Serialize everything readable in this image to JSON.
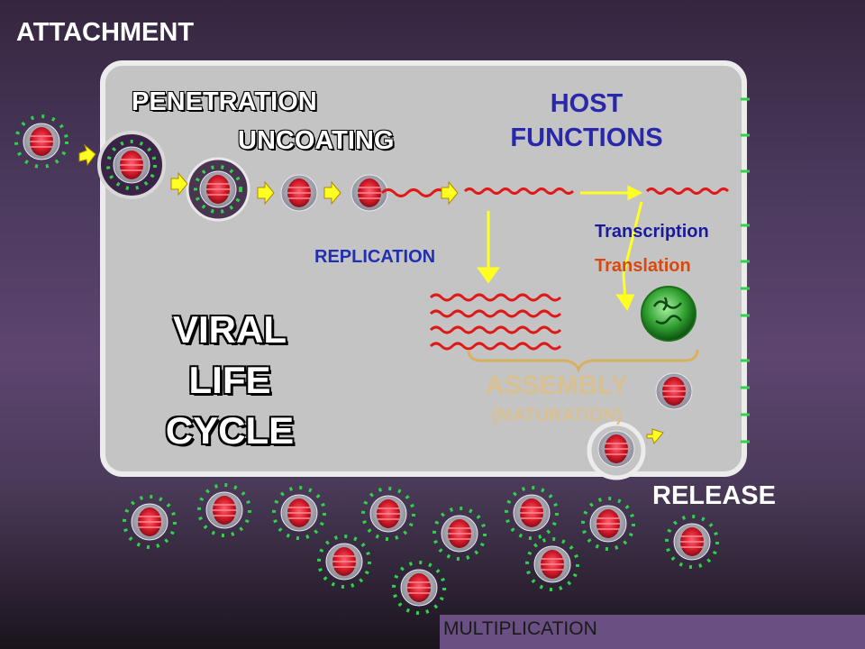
{
  "labels": {
    "attachment": "ATTACHMENT",
    "penetration": "PENETRATION",
    "uncoating": "UNCOATING",
    "host_functions": "HOST FUNCTIONS",
    "transcription": "Transcription",
    "translation": "Translation",
    "replication": "REPLICATION",
    "title": "VIRAL LIFE CYCLE",
    "assembly": "ASSEMBLY",
    "maturation": "(MATURATION)",
    "release": "RELEASE",
    "multiplication": "MULTIPLICATION"
  },
  "colors": {
    "background": "#4c3a5e",
    "cell": "#c4c4c4",
    "capsid": "#d81c2c",
    "spike": "#2fd24a",
    "rna": "#e01818",
    "arrow": "#ffff22",
    "protein": "#30a030"
  }
}
